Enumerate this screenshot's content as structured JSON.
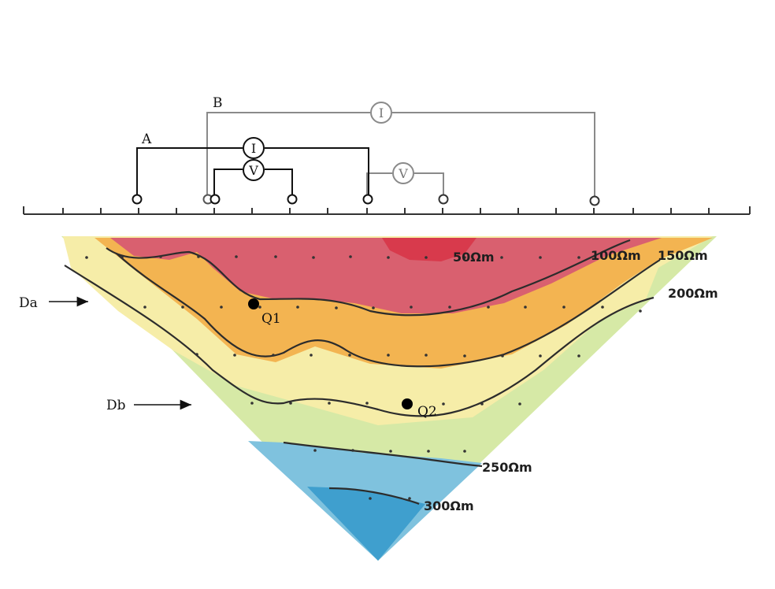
{
  "diagram": {
    "electrode_labels": {
      "a": "A",
      "b": "B"
    },
    "meters": {
      "current_symbol": "I",
      "voltage_symbol": "V"
    },
    "side_labels": {
      "upper": "Da",
      "lower": "Db"
    },
    "points": {
      "q1": "Q1",
      "q2": "Q2"
    },
    "contours": {
      "c50": "50Ωm",
      "c100": "100Ωm",
      "c150": "150Ωm",
      "c200": "200Ωm",
      "c250": "250Ωm",
      "c300": "300Ωm"
    },
    "colors": {
      "red_zone": "#d9606f",
      "deep_red": "#d83a4c",
      "orange_zone": "#f4b452",
      "pale_yellow": "#f7eeaa",
      "light_green": "#d6e9a6",
      "blue_light": "#7fc2de",
      "blue_deep": "#3f9fce",
      "wire_black": "#111111",
      "wire_gray": "#8a8a8a"
    }
  }
}
